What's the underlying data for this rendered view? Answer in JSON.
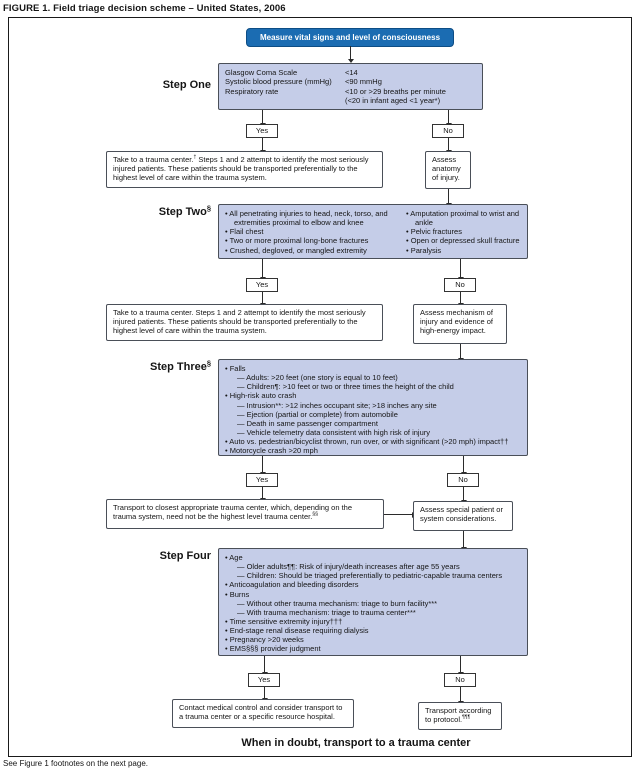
{
  "figure_title": "FIGURE 1. Field triage decision scheme – United States, 2006",
  "banner": "When in doubt, transport to a trauma center",
  "footer": "See Figure 1 footnotes on the next page.",
  "start_label": "Measure vital signs and level of consciousness",
  "yes": "Yes",
  "no": "No",
  "colors": {
    "header_blue": "#1b6cb2",
    "step_fill": "#c5cde8",
    "line": "#2b2b2b"
  },
  "step1": {
    "label": "Step One",
    "criteria": [
      {
        "name": "Glasgow Coma Scale",
        "value": "<14"
      },
      {
        "name": "Systolic blood pressure (mmHg)",
        "value": "<90 mmHg"
      },
      {
        "name": "Respiratory rate",
        "value": "<10 or >29 breaths per minute"
      },
      {
        "name": "",
        "value": "(<20 in infant aged <1 year*)"
      }
    ],
    "yes_box": {
      "pre": "Take to a trauma center.",
      "sup": "†",
      "post": " Steps 1 and 2 attempt to identify the most seriously injured patients. These patients should be transported preferentially to the highest level of care within the trauma system."
    },
    "no_box": "Assess anatomy of injury."
  },
  "step2": {
    "label": "Step Two",
    "label_sup": "§",
    "left_items": [
      "• All penetrating injuries to head, neck, torso, and extremities proximal to elbow and knee",
      "• Flail chest",
      "• Two or more proximal long-bone fractures",
      "• Crushed, degloved, or mangled extremity"
    ],
    "right_items": [
      "• Amputation proximal to wrist and ankle",
      "• Pelvic fractures",
      "• Open or depressed skull fracture",
      "• Paralysis"
    ],
    "yes_box": "Take to a trauma center. Steps 1 and 2 attempt to identify the most seriously injured patients. These patients should be transported preferentially to the highest level of care within the trauma system.",
    "no_box": "Assess mechanism of injury and evidence of high-energy impact."
  },
  "step3": {
    "label": "Step Three",
    "label_sup": "§",
    "items": [
      "• Falls",
      "— Adults: >20 feet (one story is equal to 10 feet)",
      "— Children¶: >10 feet or two or three times the height of the child",
      "• High-risk auto crash",
      "— Intrusion**: >12 inches occupant site; >18 inches any site",
      "— Ejection (partial or complete) from automobile",
      "— Death in same passenger compartment",
      "— Vehicle telemetry data consistent with high risk of injury",
      "• Auto vs. pedestrian/bicyclist thrown, run over, or with significant (>20 mph) impact††",
      "• Motorcycle crash >20 mph"
    ],
    "yes_box": {
      "pre": "Transport to closest appropriate trauma center, which, depending on the trauma system, need not be the highest level trauma center.",
      "sup": "§§"
    },
    "no_box": "Assess special patient or system considerations."
  },
  "step4": {
    "label": "Step Four",
    "items": [
      "• Age",
      "— Older adults¶¶: Risk of injury/death increases after age 55 years",
      "— Children: Should be triaged preferentially to pediatric-capable trauma centers",
      "• Anticoagulation and bleeding disorders",
      "• Burns",
      "— Without other trauma mechanism: triage to burn facility***",
      "— With trauma mechanism: triage to trauma center***",
      "• Time sensitive extremity injury†††",
      "• End-stage renal disease requiring dialysis",
      "• Pregnancy >20 weeks",
      "• EMS§§§ provider judgment"
    ],
    "yes_box": "Contact medical control and consider transport to a trauma center or a specific resource hospital.",
    "no_box": {
      "pre": "Transport according to protocol.",
      "sup": "¶¶¶"
    }
  }
}
